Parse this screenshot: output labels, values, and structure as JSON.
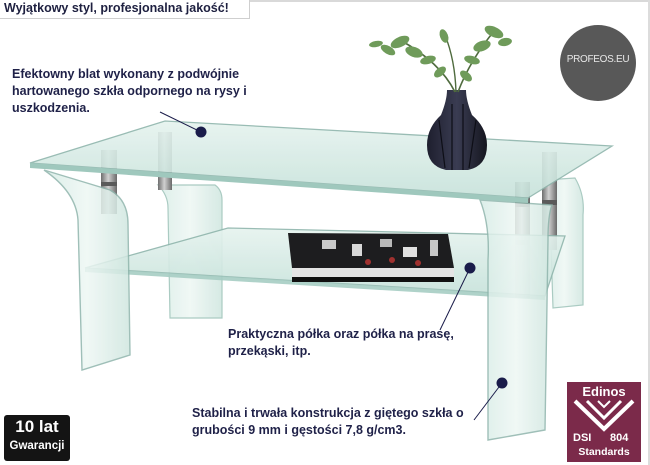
{
  "banner": {
    "text": "Wyjątkowy styl, profesjonalna jakość!"
  },
  "callouts": [
    {
      "text": "Efektowny blat wykonany z podwójnie hartowanego szkła odpornego na rysy i uszkodzenia."
    },
    {
      "text": "Praktyczna półka oraz półka na prasę, przekąski, itp."
    },
    {
      "text": "Stabilna i trwała konstrukcja z giętego szkła o grubości 9 mm i gęstości 7,8 g/cm3."
    }
  ],
  "logo": {
    "text": "PROFEOS.EU"
  },
  "warranty": {
    "years": "10 lat",
    "label": "Gwarancji"
  },
  "certificate": {
    "name": "Edinos",
    "left_code": "DSI",
    "right_code": "804",
    "label": "Standards"
  },
  "colors": {
    "text": "#1f2148",
    "marker": "#1a1c4a",
    "glass": "#bfe0d8",
    "glass_edge": "#8fb5ac",
    "steel": "#8a8a8a",
    "cert_bg": "#7b2a4a",
    "logo_bg": "#585858",
    "warranty_bg": "#141414"
  },
  "icons": {
    "vase": "vase-plant-icon",
    "book": "book-icon",
    "cert": "edinos-mark-icon"
  }
}
